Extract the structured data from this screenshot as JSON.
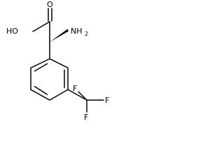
{
  "molecule": {
    "labels": {
      "oxygen": "O",
      "hydroxyl": "HO",
      "amine_n": "NH",
      "amine_sub": "2",
      "fluorine_1": "F",
      "fluorine_2": "F",
      "fluorine_3": "F"
    }
  }
}
